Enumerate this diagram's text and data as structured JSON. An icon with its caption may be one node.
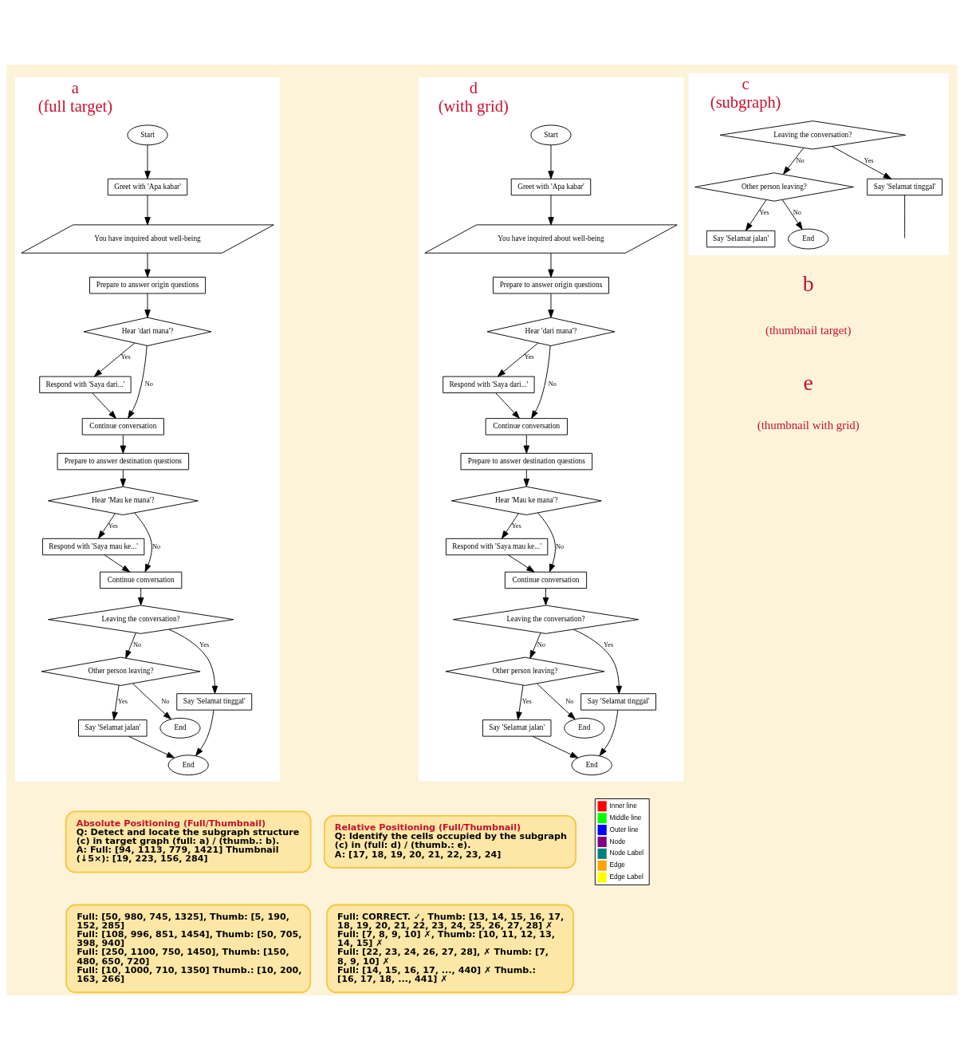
{
  "diagram": {
    "nodes": [
      {
        "text": [
          "a",
          "(full target)"
        ]
      },
      {
        "text": [
          "Start"
        ],
        "in": 0
      },
      {
        "text": [
          "Greet with 'Apa kabar'"
        ],
        "in": 0
      },
      {
        "text": [
          "You have inquired about well-being"
        ],
        "in": 0
      },
      {
        "text": [
          "Prepare to answer origin questions"
        ],
        "in": 0
      },
      {
        "text": [
          "Hear 'dari mana'?"
        ],
        "in": 0
      },
      {
        "text": [
          "Respond with 'Saya dari...'"
        ],
        "in": 0
      },
      {
        "text": [
          "Continue conversation"
        ],
        "in": 0
      },
      {
        "text": [
          "Prepare to answer destination questions"
        ],
        "in": 0
      },
      {
        "text": [
          "Hear 'Mau ke mana'?"
        ],
        "in": 0
      },
      {
        "text": [
          "Respond with 'Saya mau ke...'"
        ],
        "in": 0
      },
      {
        "text": [
          "Continue conversation"
        ],
        "in": 0
      },
      {
        "text": [
          "Leaving the conversation?"
        ],
        "in": 0
      },
      {
        "text": [
          "Other person leaving?"
        ],
        "in": 0
      },
      {
        "text": [
          "Say 'Selamat tinggal'"
        ],
        "in": 0
      },
      {
        "text": [
          "Say 'Selamat jalan'"
        ],
        "in": 0
      },
      {
        "text": [
          "End"
        ],
        "in": 0
      },
      {
        "text": [
          "End"
        ],
        "in": 0
      },
      {
        "text": [
          "d",
          "(with grid)"
        ]
      },
      {
        "text": [
          "Start"
        ],
        "in": 18
      },
      {
        "text": [
          "Greet with 'Apa kabar'"
        ],
        "in": 18
      },
      {
        "text": [
          "You have inquired about well-being"
        ],
        "in": 18
      },
      {
        "text": [
          "Prepare to answer origin questions"
        ],
        "in": 18
      },
      {
        "text": [
          "Hear 'dari mana'?"
        ],
        "in": 18
      },
      {
        "text": [
          "Respond with 'Saya dari...'"
        ],
        "in": 18
      },
      {
        "text": [
          "Continue conversation"
        ],
        "in": 18
      },
      {
        "text": [
          "Prepare to answer destination questions"
        ],
        "in": 18
      },
      {
        "text": [
          "Hear 'Mau ke mana'?"
        ],
        "in": 18
      },
      {
        "text": [
          "Respond with 'Saya mau ke...'"
        ],
        "in": 18
      },
      {
        "text": [
          "Continue conversation"
        ],
        "in": 18
      },
      {
        "text": [
          "Leaving the conversation?"
        ],
        "in": 18
      },
      {
        "text": [
          "Other person leaving?"
        ],
        "in": 18
      },
      {
        "text": [
          "Say 'Selamat tinggal'"
        ],
        "in": 18
      },
      {
        "text": [
          "Say 'Selamat jalan'"
        ],
        "in": 18
      },
      {
        "text": [
          "End"
        ],
        "in": 18
      },
      {
        "text": [
          "End"
        ],
        "in": 18
      },
      {
        "text": [
          "c",
          "(subgraph)"
        ]
      },
      {
        "text": [
          "Leaving the conversation?"
        ],
        "in": 36
      },
      {
        "text": [
          "Other person leaving?"
        ],
        "in": 36
      },
      {
        "text": [
          "Say 'Selamat tinggal'"
        ],
        "in": 36
      },
      {
        "text": [
          "Say 'Selamat jalan'"
        ],
        "in": 36
      },
      {
        "text": [
          "End"
        ],
        "in": 36
      },
      {
        "text": [
          "Absolute Positioning (Full/Thumbnail)",
          "Q: Detect and locate the subgraph structure (c) in target graph (full: a) / (thumb.: b).",
          "A: Full: [94, 1113, 779, 1421] Thumbnail (↓5×): [19, 223, 156, 284]"
        ]
      },
      {
        "text": [
          "Full: [50, 980, 745, 1325], Thumb: [5, 190, 152, 285]",
          "Full: [108, 996, 851, 1454], Thumb: [50, 705, 398, 940]",
          "Full: [250, 1100, 750, 1450], Thumb: [150, 480, 650, 720]",
          "Full: [10, 1000, 710, 1350] Thumb.: [10, 200, 163, 266]"
        ]
      },
      {
        "text": [
          "Relative Positioning (Full/Thumbnail)",
          "Q: Identify the cells occupied by the subgraph (c) in (full: d) / (thumb.: e).",
          "A: [17, 18, 19, 20, 21, 22, 23, 24]"
        ]
      },
      {
        "text": [
          "Full: CORRECT. ✓, Thumb: [13, 14, 15, 16, 17, 18, 19, 20, 21, 22, 23, 24, 25, 26, 27, 28] ✗",
          "Full: [7, 8, 9, 10] ✗, Thumb: [10, 11, 12, 13, 14, 15] ✗",
          "Full: [22, 23, 24, 26, 27, 28], ✗ Thumb: [7, 8, 9, 10] ✗",
          "Full: [14, 15, 16, 17, ..., 440] ✗ Thumb.: [16, 17, 18, ..., 441] ✗"
        ]
      }
    ],
    "edges": [
      {
        "from": 1,
        "to": 2,
        "arrow": "to"
      },
      {
        "from": 2,
        "to": 3,
        "arrow": "to"
      },
      {
        "from": 3,
        "to": 4,
        "arrow": "to"
      },
      {
        "from": 4,
        "to": 5,
        "arrow": "to"
      },
      {
        "from": 5,
        "to": 6,
        "label": "Yes",
        "arrow": "to"
      },
      {
        "from": 5,
        "to": 7,
        "label": "No",
        "arrow": "to"
      },
      {
        "from": 6,
        "to": 7,
        "arrow": "to"
      },
      {
        "from": 7,
        "to": 8,
        "arrow": "to"
      },
      {
        "from": 8,
        "to": 9,
        "arrow": "to"
      },
      {
        "from": 9,
        "to": 10,
        "label": "Yes",
        "arrow": "to"
      },
      {
        "from": 9,
        "to": 11,
        "label": "No",
        "arrow": "to"
      },
      {
        "from": 10,
        "to": 11,
        "arrow": "to"
      },
      {
        "from": 11,
        "to": 12,
        "arrow": "to"
      },
      {
        "from": 12,
        "to": 14,
        "label": "Yes",
        "arrow": "to"
      },
      {
        "from": 12,
        "to": 13,
        "label": "No",
        "arrow": "to"
      },
      {
        "from": 13,
        "to": 15,
        "label": "Yes",
        "arrow": "to"
      },
      {
        "from": 13,
        "to": 16,
        "label": "No",
        "arrow": "to"
      },
      {
        "from": 14,
        "to": 17,
        "arrow": "to"
      },
      {
        "from": 15,
        "to": 17,
        "arrow": "to"
      },
      {
        "from": 19,
        "to": 20,
        "arrow": "to"
      },
      {
        "from": 20,
        "to": 21,
        "arrow": "to"
      },
      {
        "from": 21,
        "to": 22,
        "arrow": "to"
      },
      {
        "from": 22,
        "to": 23,
        "arrow": "to"
      },
      {
        "from": 23,
        "to": 24,
        "label": "Yes",
        "arrow": "to"
      },
      {
        "from": 23,
        "to": 25,
        "label": "No",
        "arrow": "to"
      },
      {
        "from": 24,
        "to": 25,
        "arrow": "to"
      },
      {
        "from": 25,
        "to": 26,
        "arrow": "to"
      },
      {
        "from": 26,
        "to": 27,
        "arrow": "to"
      },
      {
        "from": 27,
        "to": 28,
        "label": "Yes",
        "arrow": "to"
      },
      {
        "from": 27,
        "to": 29,
        "label": "No",
        "arrow": "to"
      },
      {
        "from": 28,
        "to": 29,
        "arrow": "to"
      },
      {
        "from": 29,
        "to": 30,
        "arrow": "to"
      },
      {
        "from": 30,
        "to": 32,
        "label": "Yes",
        "arrow": "to"
      },
      {
        "from": 30,
        "to": 31,
        "label": "No",
        "arrow": "to"
      },
      {
        "from": 31,
        "to": 33,
        "label": "Yes",
        "arrow": "to"
      },
      {
        "from": 31,
        "to": 34,
        "label": "No",
        "arrow": "to"
      },
      {
        "from": 32,
        "to": 35,
        "arrow": "to"
      },
      {
        "from": 33,
        "to": 35,
        "arrow": "to"
      },
      {
        "from": 37,
        "to": 39,
        "label": "Yes",
        "arrow": "to"
      },
      {
        "from": 37,
        "to": 38,
        "label": "No",
        "arrow": "to"
      },
      {
        "from": 38,
        "to": 40,
        "label": "Yes",
        "arrow": "to"
      },
      {
        "from": 38,
        "to": 41,
        "label": "No",
        "arrow": "to"
      },
      {
        "from": 39,
        "to": null,
        "arrow": "none"
      }
    ],
    "labels": [
      "b",
      "(thumbnail target)",
      "e",
      "(thumbnail with grid)"
    ],
    "legend": [
      {
        "text": "Inner line",
        "color": "#ff0000"
      },
      {
        "text": "Middle line",
        "color": "#00ff00"
      },
      {
        "text": "Outer line",
        "color": "#0000ff"
      },
      {
        "text": "Node",
        "color": "#800080"
      },
      {
        "text": "Node Label",
        "color": "#008080"
      },
      {
        "text": "Edge",
        "color": "#ffa500"
      },
      {
        "text": "Edge Label",
        "color": "#ffff00"
      }
    ]
  }
}
